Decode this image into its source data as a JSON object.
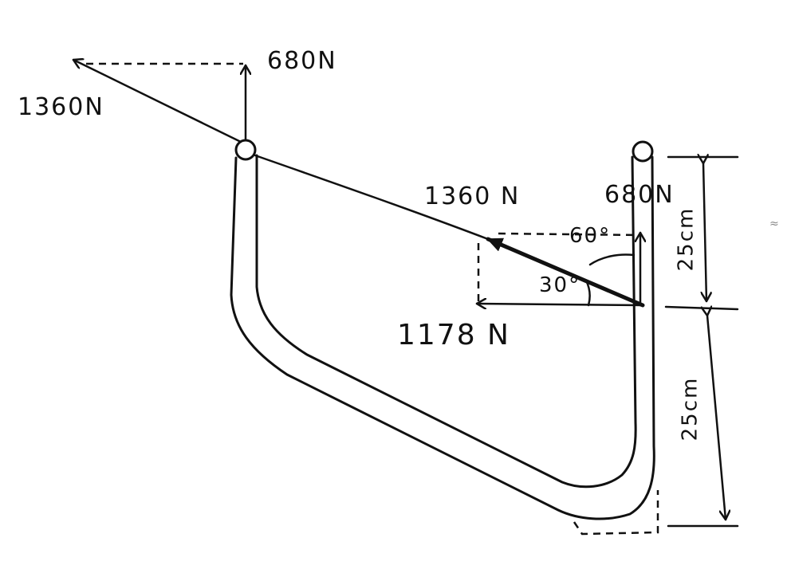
{
  "labels": {
    "top_left_force": "1360N",
    "top_vertical_force": "680N",
    "mid_force": "1360 N",
    "right_vertical_force": "680N",
    "horizontal_component": "1178 N",
    "angle_60": "60°",
    "angle_30": "30°",
    "dim_upper": "25cm",
    "dim_lower": "25cm"
  },
  "colors": {
    "ink": "#111111",
    "paper": "#ffffff"
  }
}
